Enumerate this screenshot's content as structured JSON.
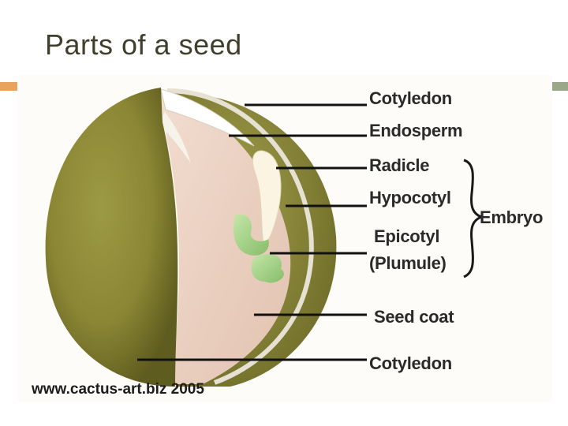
{
  "slide": {
    "title": "Parts of a seed"
  },
  "diagram": {
    "labels": {
      "cotyledon_top": "Cotyledon",
      "endosperm": "Endosperm",
      "radicle": "Radicle",
      "hypocotyl": "Hypocotyl",
      "epicotyl": "Epicotyl",
      "plumule": "(Plumule)",
      "embryo": "Embryo",
      "seed_coat": "Seed coat",
      "cotyledon_bottom": "Cotyledon"
    },
    "watermark": "www.cactus-art.biz 2005"
  },
  "colors": {
    "title": "#3f3f2c",
    "accent_left": "#e8a45f",
    "accent_right": "#9aa887",
    "seed_olive": "#8d8a34",
    "endosperm_pink": "#ecd2c3",
    "embryo_green": "#a6d48a"
  }
}
